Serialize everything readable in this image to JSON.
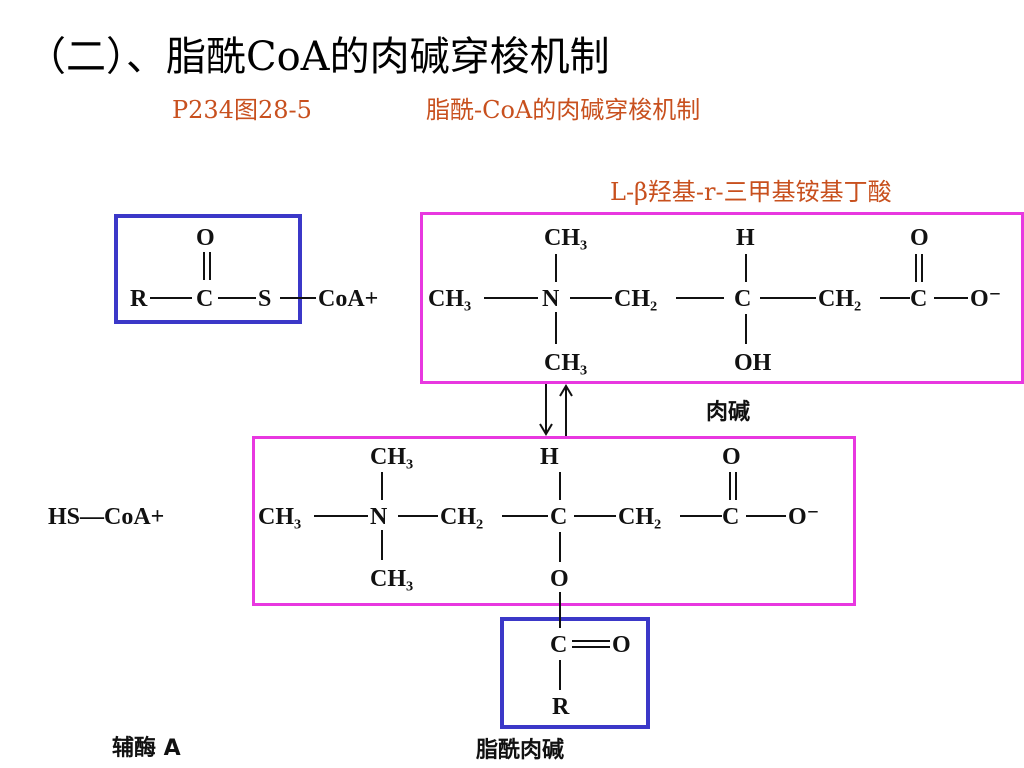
{
  "slide": {
    "title": "（二）、脂酰CoA的肉碱穿梭机制",
    "subtitle_ref": "P234图28-5",
    "subtitle_desc": "脂酰-CoA的肉碱穿梭机制",
    "annotation": "L-β羟基-r-三甲基铵基丁酸"
  },
  "colors": {
    "accent_text": "#c8501e",
    "box_blue": "#3b38c8",
    "box_magenta": "#e838e0"
  },
  "reaction_top": {
    "acyl_O": "O",
    "acyl_R": "R",
    "acyl_C": "C",
    "acyl_S": "S",
    "coa_plus": "CoA+",
    "ch3_left": "CH₃",
    "n": "N",
    "ch3_up": "CH₃",
    "ch3_down": "CH₃",
    "ch2_a": "CH₂",
    "h": "H",
    "c_mid": "C",
    "oh": "OH",
    "ch2_b": "CH₂",
    "o_top": "O",
    "c_end": "C",
    "o_minus": "O⁻",
    "label": "肉碱"
  },
  "reaction_bottom": {
    "hs_coa": "HS—CoA+",
    "ch3_left": "CH₃",
    "n": "N",
    "ch3_up": "CH₃",
    "ch3_down": "CH₃",
    "ch2_a": "CH₂",
    "h": "H",
    "c_mid": "C",
    "ch2_b": "CH₂",
    "o_top": "O",
    "c_end": "C",
    "o_minus": "O⁻",
    "o_ester": "O",
    "c_acyl": "C",
    "o_acyl": "O",
    "r": "R",
    "label_left": "辅酶 A",
    "label_right": "脂酰肉碱"
  }
}
